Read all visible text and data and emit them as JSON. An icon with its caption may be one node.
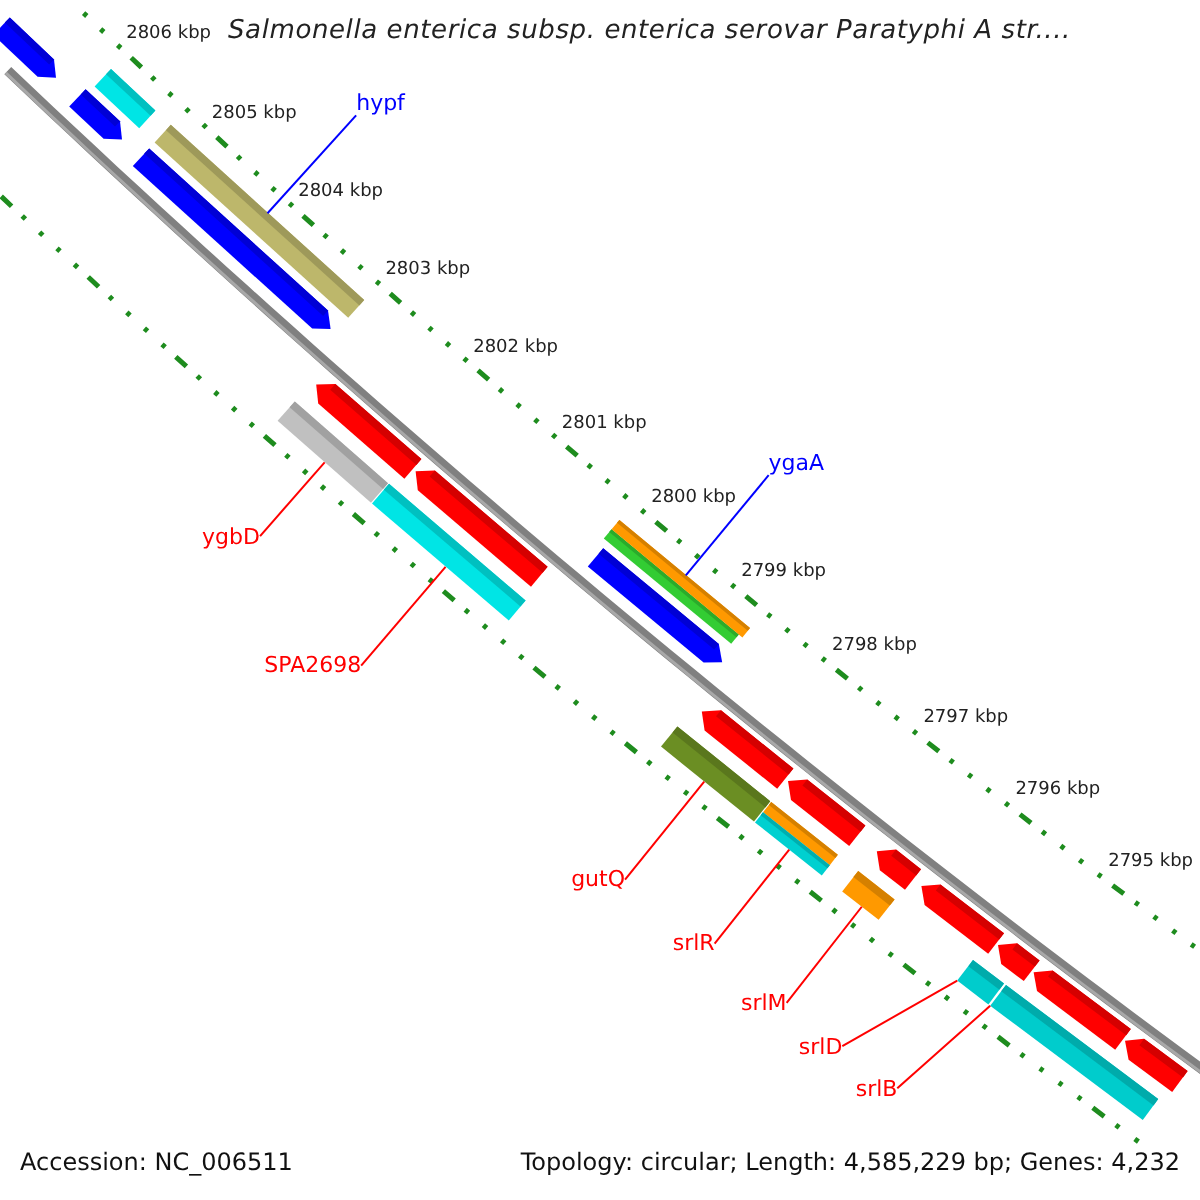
{
  "diagram": {
    "title": "Salmonella enterica subsp. enterica serovar Paratyphi A str....",
    "nodes": [
      {
        "text": [
          "hypf"
        ]
      },
      {
        "text": [],
        "shape": "bar"
      },
      {
        "text": [
          "ygaA"
        ]
      },
      {
        "text": [],
        "shape": "bar"
      },
      {
        "text": [
          "ygbD"
        ]
      },
      {
        "text": [],
        "shape": "bar"
      },
      {
        "text": [
          "SPA2698"
        ]
      },
      {
        "text": [],
        "shape": "bar"
      },
      {
        "text": [
          "gutQ"
        ]
      },
      {
        "text": [],
        "shape": "bar"
      },
      {
        "text": [
          "srlR"
        ]
      },
      {
        "text": [],
        "shape": "bar"
      },
      {
        "text": [
          "srlM"
        ]
      },
      {
        "text": [],
        "shape": "bar"
      },
      {
        "text": [
          "srlD"
        ]
      },
      {
        "text": [],
        "shape": "bar"
      },
      {
        "text": [
          "srlB"
        ]
      },
      {
        "text": [],
        "shape": "bar"
      }
    ],
    "edges": [
      {
        "from": 0,
        "to": 1,
        "arrow": "none",
        "color": "#0000ff"
      },
      {
        "from": 2,
        "to": 3,
        "arrow": "none",
        "color": "#0000ff"
      },
      {
        "from": 4,
        "to": 5,
        "arrow": "none"
      },
      {
        "from": 6,
        "to": 7,
        "arrow": "none"
      },
      {
        "from": 8,
        "to": 9,
        "arrow": "none"
      },
      {
        "from": 10,
        "to": 11,
        "arrow": "none"
      },
      {
        "from": 12,
        "to": 13,
        "arrow": "none"
      },
      {
        "from": 14,
        "to": 15,
        "arrow": "none"
      },
      {
        "from": 16,
        "to": 17,
        "arrow": "none"
      }
    ],
    "labels": [
      "2806 kbp",
      "2805 kbp",
      "2804 kbp",
      "2803 kbp",
      "2802 kbp",
      "2801 kbp",
      "2800 kbp",
      "2799 kbp",
      "2798 kbp",
      "2797 kbp",
      "2796 kbp",
      "2795 kbp",
      "Accession: NC_006511",
      "Topology: circular; Length: 4,585,229 bp; Genes: 4,232"
    ]
  }
}
